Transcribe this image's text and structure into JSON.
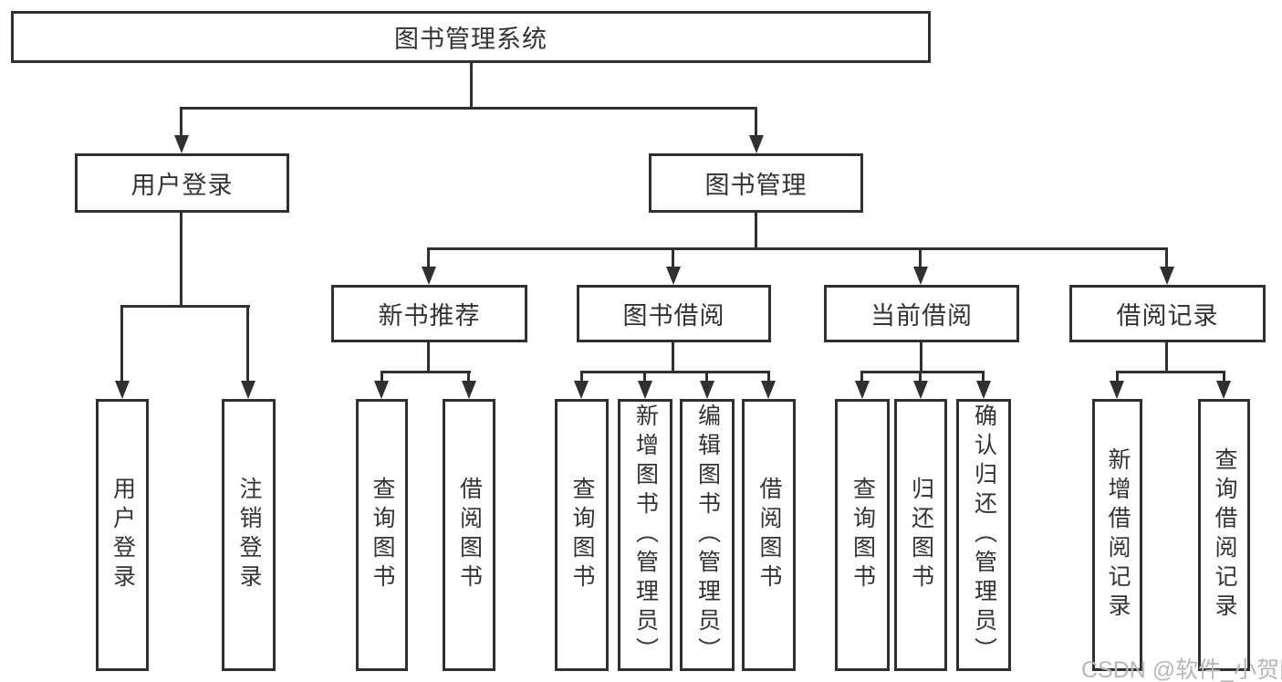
{
  "root": {
    "label": "图书管理系统"
  },
  "user_login": {
    "label": "用户登录",
    "children": [
      {
        "label": "用户登录"
      },
      {
        "label": "注销登录"
      }
    ]
  },
  "book_mgmt": {
    "label": "图书管理",
    "groups": [
      {
        "label": "新书推荐",
        "children": [
          {
            "label": "查询图书"
          },
          {
            "label": "借阅图书"
          }
        ]
      },
      {
        "label": "图书借阅",
        "children": [
          {
            "label": "查询图书"
          },
          {
            "label": "新增图书（管理员）"
          },
          {
            "label": "编辑图书（管理员）"
          },
          {
            "label": "借阅图书"
          }
        ]
      },
      {
        "label": "当前借阅",
        "children": [
          {
            "label": "查询图书"
          },
          {
            "label": "归还图书"
          },
          {
            "label": "确认归还（管理员）"
          }
        ]
      },
      {
        "label": "借阅记录",
        "children": [
          {
            "label": "新增借阅记录"
          },
          {
            "label": "查询借阅记录"
          }
        ]
      }
    ]
  },
  "watermark": "CSDN @软件_小贺同学",
  "colors": {
    "line": "#303030",
    "text": "#333333",
    "watermark": "#b7b7b7",
    "background": "#ffffff"
  }
}
